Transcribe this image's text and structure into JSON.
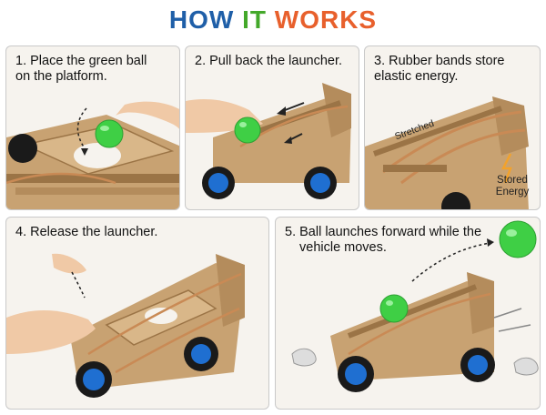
{
  "title": {
    "w1": "HOW",
    "w2": "IT",
    "w3": "WORKS"
  },
  "steps": [
    {
      "line1": "1. Place the green ball",
      "line2": "on the platform."
    },
    {
      "line1": "2. Pull back the launcher.",
      "line2": ""
    },
    {
      "line1": "3. Rubber bands store",
      "line2": "elastic energy."
    },
    {
      "line1": "4. Release the launcher.",
      "line2": ""
    },
    {
      "line1": "5. Ball launches forward while the",
      "line2": "vehicle moves."
    }
  ],
  "labels": {
    "stretched": "Stretched",
    "stored_line1": "Stored",
    "stored_line2": "Energy"
  },
  "colors": {
    "wood": "#c8a272",
    "wood_dark": "#9b7446",
    "band": "#c98a55",
    "ball": "#3fcf45",
    "wheel": "#1f6fd1",
    "tire": "#1a1a1a",
    "skin": "#f0c9a6",
    "arrow": "#222222",
    "accent": "#f2a22c"
  }
}
